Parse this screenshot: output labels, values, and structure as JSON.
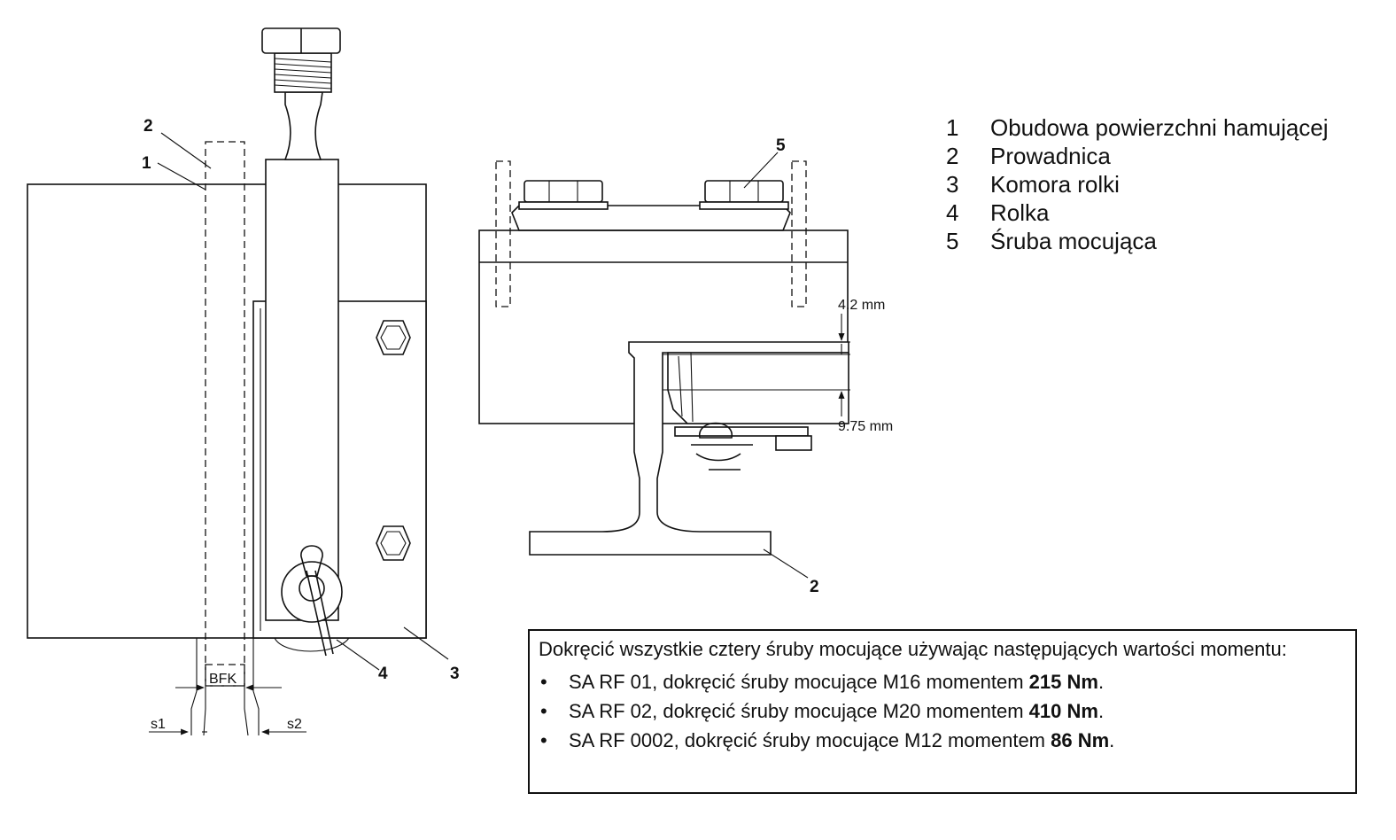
{
  "legend": [
    {
      "num": "1",
      "label": "Obudowa powierzchni hamującej"
    },
    {
      "num": "2",
      "label": "Prowadnica"
    },
    {
      "num": "3",
      "label": "Komora rolki"
    },
    {
      "num": "4",
      "label": "Rolka"
    },
    {
      "num": "5",
      "label": "Śruba mocująca"
    }
  ],
  "drawing_left": {
    "callouts": {
      "c1": "1",
      "c2": "2",
      "c3": "3",
      "c4": "4"
    },
    "dims": {
      "bfk": "BFK",
      "s1": "s1",
      "s2": "s2"
    }
  },
  "drawing_right": {
    "callouts": {
      "c5": "5",
      "c2": "2"
    },
    "dims": {
      "gap_top": "4.2 mm",
      "gap_bottom": "9.75 mm"
    }
  },
  "note": {
    "intro": "Dokręcić wszystkie cztery śruby mocujące używając następujących wartości momentu:",
    "items": [
      {
        "text": "SA RF 01, dokręcić śruby mocujące M16 momentem ",
        "value": "215 Nm",
        "end": "."
      },
      {
        "text": "SA RF 02, dokręcić śruby mocujące M20 momentem ",
        "value": "410 Nm",
        "end": "."
      },
      {
        "text": "SA RF 0002, dokręcić śruby mocujące M12 momentem ",
        "value": "86 Nm",
        "end": "."
      }
    ]
  }
}
